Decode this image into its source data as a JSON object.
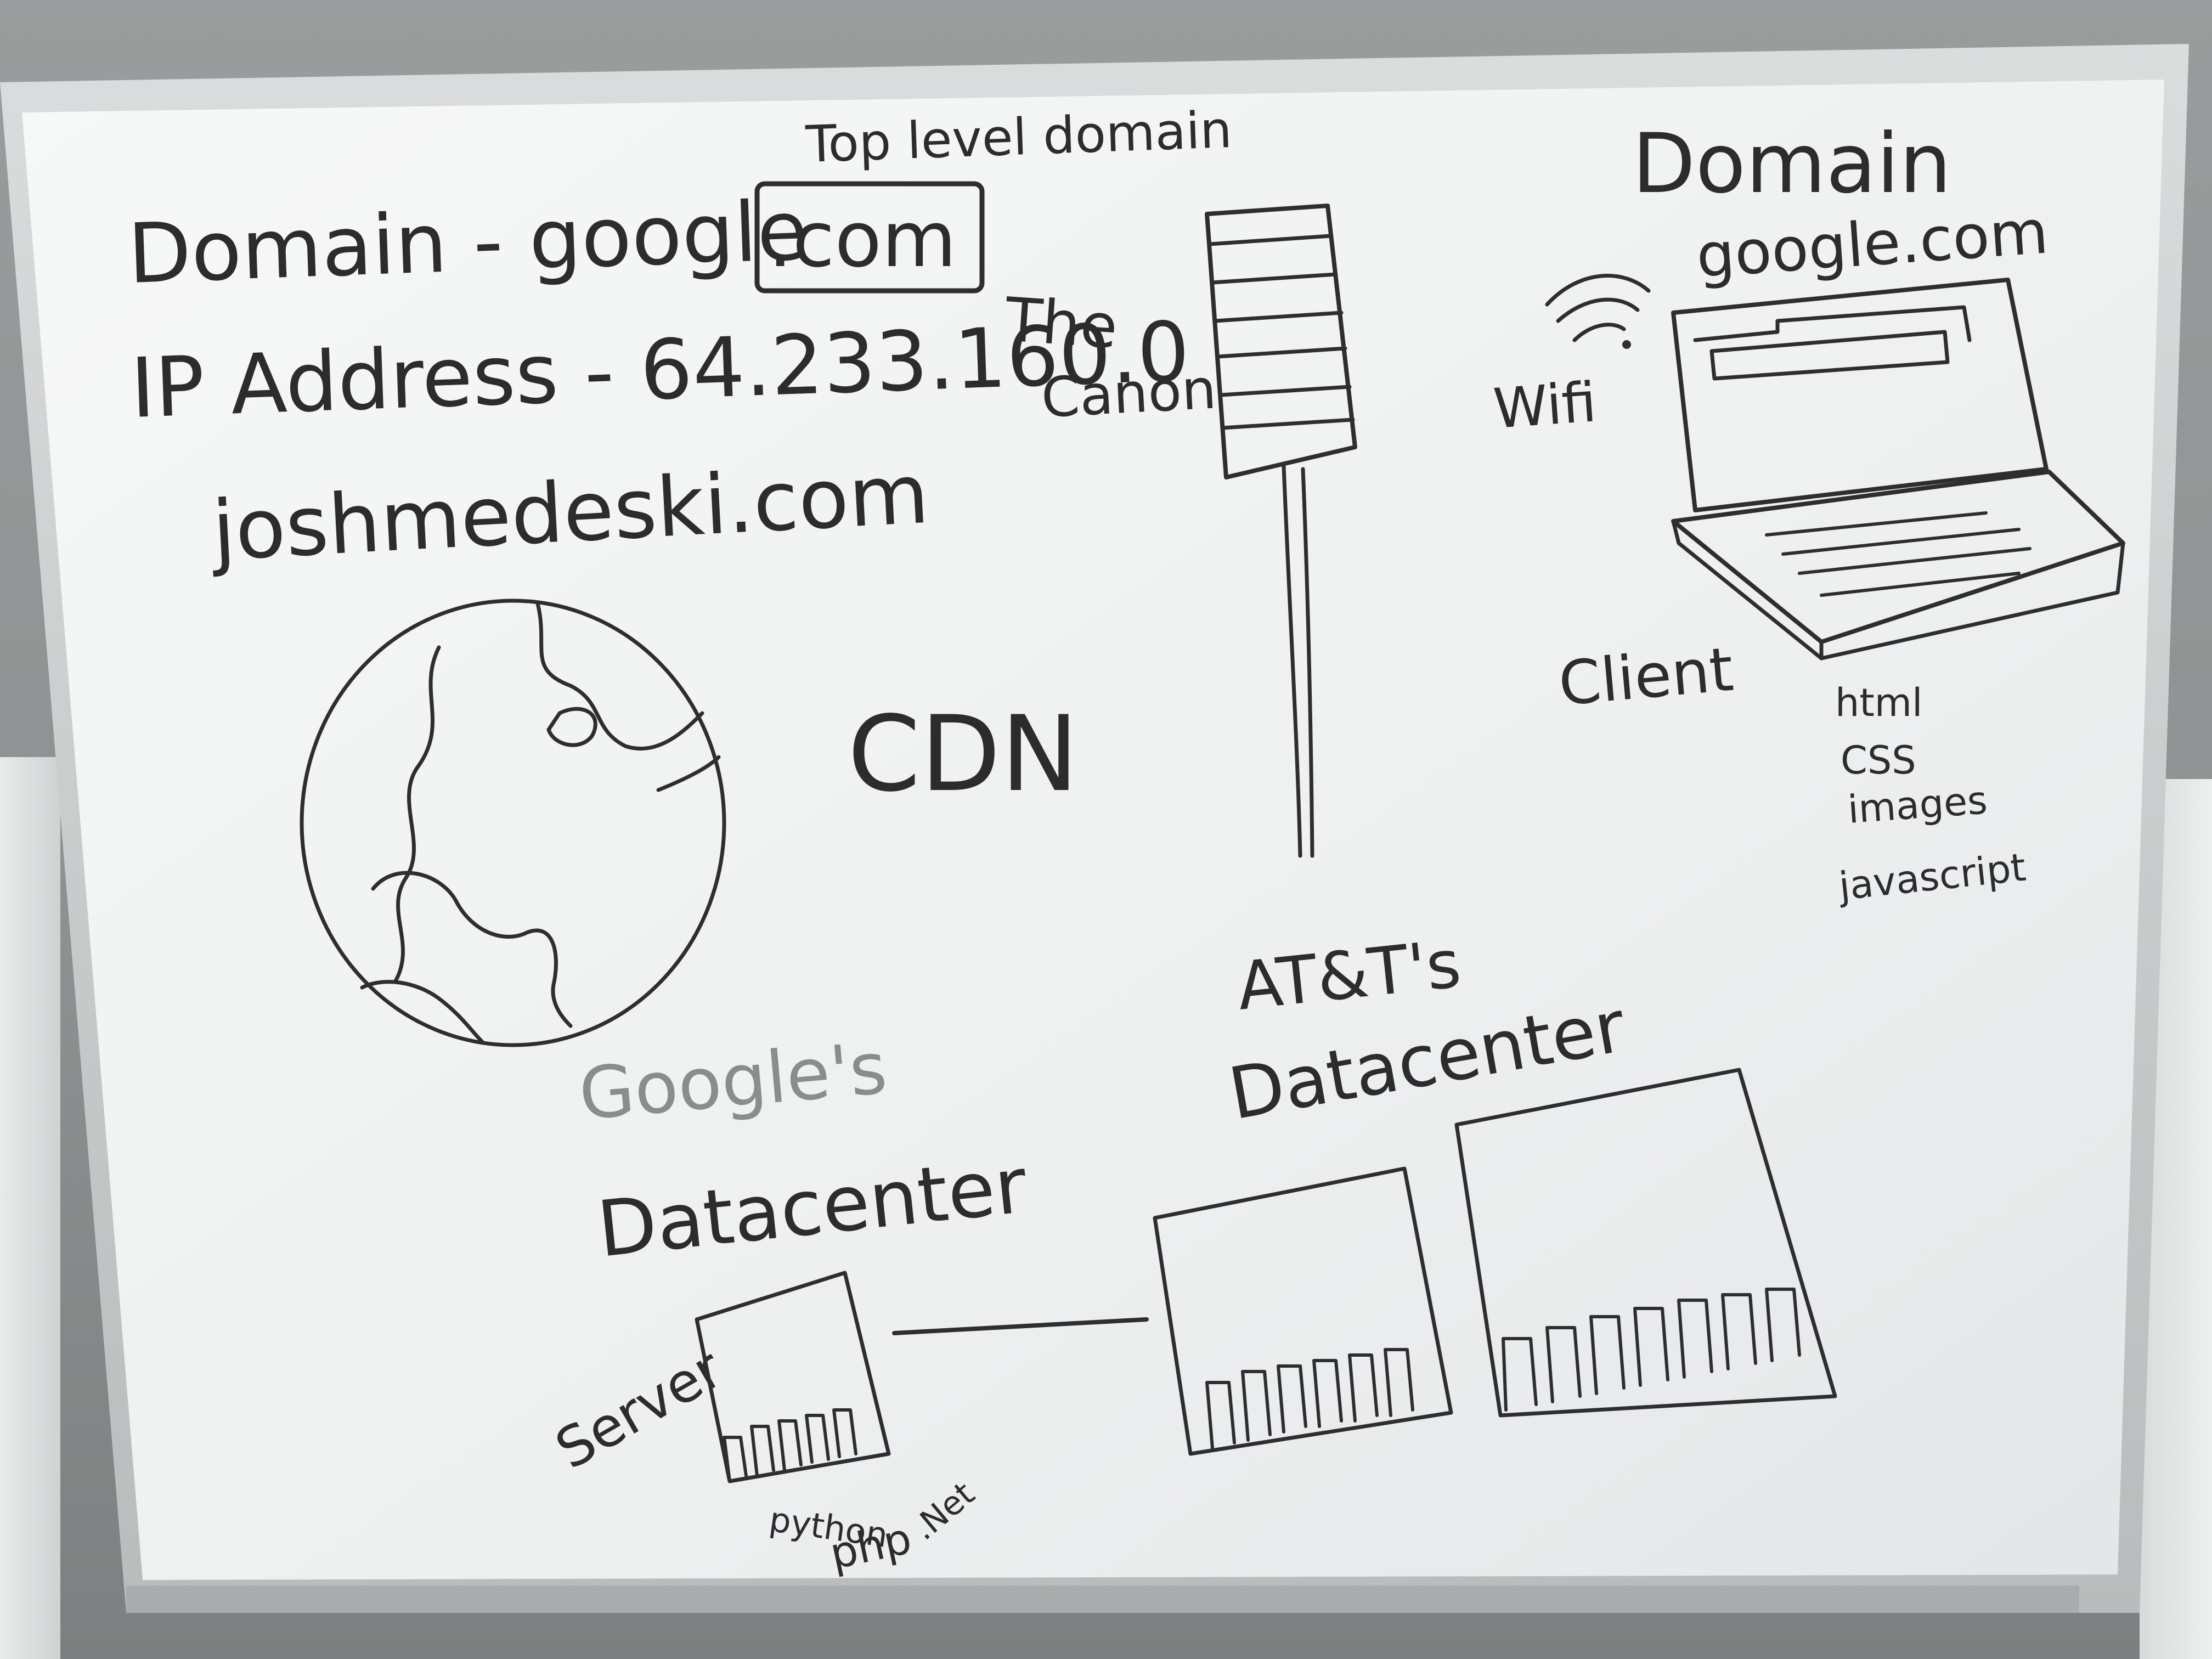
{
  "board": {
    "top_left": {
      "tld_label": "Top level domain",
      "domain_line": "Domain - google",
      "tld_box": ".com",
      "ip_line": "IP Address - 64.233.160.0",
      "example_domain": "joshmedeski.com"
    },
    "center": {
      "cdn": "CDN",
      "canon_label_1": "The",
      "canon_label_2": "Canon"
    },
    "top_right": {
      "domain_title": "Domain",
      "domain_value": "google.com",
      "wifi": "Wifi",
      "client": "Client",
      "assets": [
        "html",
        "CSS",
        "images",
        "javascript"
      ]
    },
    "bottom": {
      "googles": "Google's",
      "datacenter_1": "Datacenter",
      "atts": "AT&T's",
      "datacenter_2": "Datacenter",
      "server": "Server",
      "langs": [
        "python",
        "php",
        ".Net"
      ]
    }
  },
  "colors": {
    "ink": "#2e2e30",
    "board": "#f4f5f5",
    "frame": "#c9cbcc"
  }
}
